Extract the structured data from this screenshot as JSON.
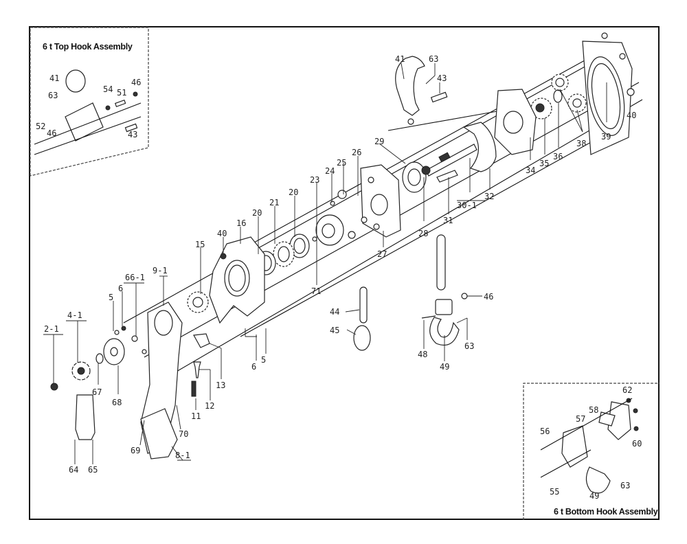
{
  "insets": {
    "top": {
      "title": "6 t Top Hook Assembly",
      "parts": [
        "41",
        "63",
        "54",
        "51",
        "46",
        "52",
        "46",
        "43"
      ]
    },
    "bottom": {
      "title": "6 t Bottom Hook Assembly",
      "parts": [
        "62",
        "58",
        "57",
        "56",
        "60",
        "55",
        "49",
        "63"
      ]
    }
  },
  "labels": {
    "l41a": "41",
    "l63a": "63",
    "l43a": "43",
    "l39": "39",
    "l40a": "40",
    "l38": "38",
    "l36": "36",
    "l35": "35",
    "l34": "34",
    "l32": "32",
    "l30": "30-1",
    "l31": "31",
    "l29": "29",
    "l28": "28",
    "l26": "26",
    "l25": "25",
    "l24": "24",
    "l23": "23",
    "l27": "27",
    "l71": "71",
    "l20a": "20",
    "l20b": "20",
    "l21": "21",
    "l16": "16",
    "l40b": "40",
    "l15": "15",
    "l9": "9-1",
    "l66": "66-1",
    "l5a": "5",
    "l6a": "6",
    "l4": "4-1",
    "l2": "2-1",
    "l67": "67",
    "l68": "68",
    "l13": "13",
    "l12": "12",
    "l11": "11",
    "l6b": "6",
    "l5b": "5",
    "l70": "70",
    "l69": "69",
    "l8": "8-1",
    "l64": "64",
    "l65": "65",
    "l44": "44",
    "l45": "45",
    "l46": "46",
    "l48": "48",
    "l49": "49",
    "l63b": "63",
    "t41": "41",
    "t63": "63",
    "t54": "54",
    "t51": "51",
    "t46a": "46",
    "t52": "52",
    "t46b": "46",
    "t43": "43",
    "b62": "62",
    "b58": "58",
    "b57": "57",
    "b56": "56",
    "b60": "60",
    "b55": "55",
    "b49": "49",
    "b63": "63"
  }
}
